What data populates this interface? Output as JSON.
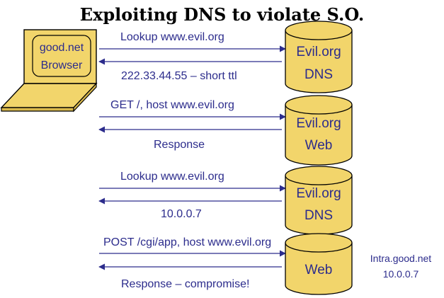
{
  "title": "Exploiting DNS to violate S.O.",
  "browser": {
    "line1": "good.net",
    "line2": "Browser"
  },
  "steps": [
    {
      "request": "Lookup www.evil.org",
      "response": "222.33.44.55 – short ttl",
      "server_line1": "Evil.org",
      "server_line2": "DNS"
    },
    {
      "request": "GET /, host www.evil.org",
      "response": "Response",
      "server_line1": "Evil.org",
      "server_line2": "Web"
    },
    {
      "request": "Lookup www.evil.org",
      "response": "10.0.0.7",
      "server_line1": "Evil.org",
      "server_line2": "DNS"
    },
    {
      "request": "POST /cgi/app, host www.evil.org",
      "response": "Response  – compromise!",
      "server_line1": "",
      "server_line2": "Web"
    }
  ],
  "intranet": {
    "line1": "Intra.good.net",
    "line2": "10.0.0.7"
  },
  "colors": {
    "cylinder_fill": "#f2d56b",
    "cylinder_stroke": "#000000",
    "laptop_fill": "#f2d56b",
    "text": "#2c2c8c",
    "arrow": "#2c2c8c"
  }
}
